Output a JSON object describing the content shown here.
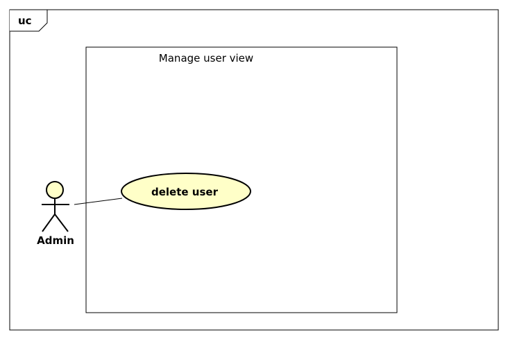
{
  "frame": {
    "tag": "uc"
  },
  "system_boundary": {
    "title": "Manage user view"
  },
  "actors": [
    {
      "name": "Admin"
    }
  ],
  "use_cases": [
    {
      "label": "delete user"
    }
  ],
  "associations": [
    {
      "from": "Admin",
      "to": "delete user"
    }
  ],
  "colors": {
    "use_case_fill": "#ffffc8",
    "actor_head_fill": "#ffffc8",
    "stroke": "#000000",
    "background": "#ffffff"
  }
}
